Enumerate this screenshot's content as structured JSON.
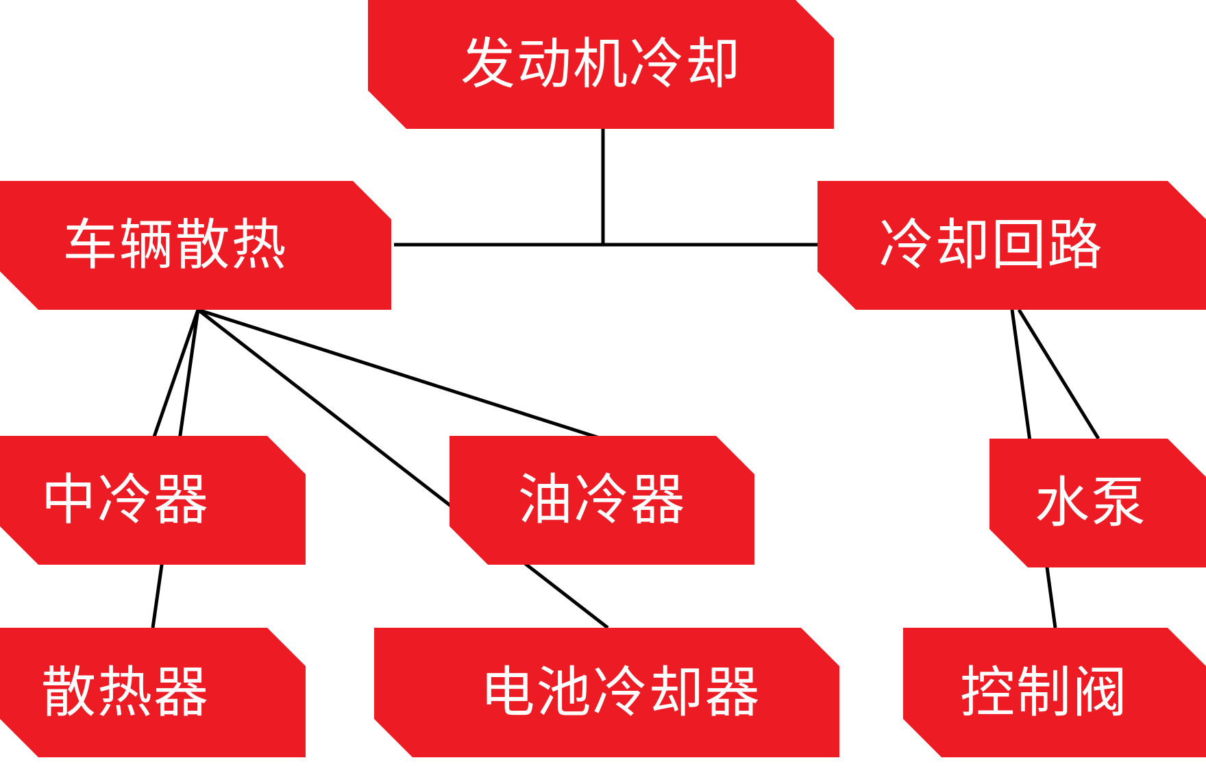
{
  "diagram": {
    "node_color": "#ED1C24",
    "text_color": "#FFFFFF",
    "line_color": "#000000",
    "nodes": {
      "engine_cooling": "发动机冷却",
      "vehicle_heat": "车辆散热",
      "cooling_loop": "冷却回路",
      "intercooler": "中冷器",
      "oil_cooler": "油冷器",
      "water_pump": "水泵",
      "radiator": "散热器",
      "battery_cooler": "电池冷却器",
      "control_valve": "控制阀"
    },
    "edges": [
      [
        "engine_cooling",
        "vehicle_heat"
      ],
      [
        "engine_cooling",
        "cooling_loop"
      ],
      [
        "vehicle_heat",
        "intercooler"
      ],
      [
        "vehicle_heat",
        "radiator"
      ],
      [
        "vehicle_heat",
        "battery_cooler"
      ],
      [
        "vehicle_heat",
        "oil_cooler"
      ],
      [
        "cooling_loop",
        "water_pump"
      ],
      [
        "cooling_loop",
        "control_valve"
      ]
    ]
  }
}
